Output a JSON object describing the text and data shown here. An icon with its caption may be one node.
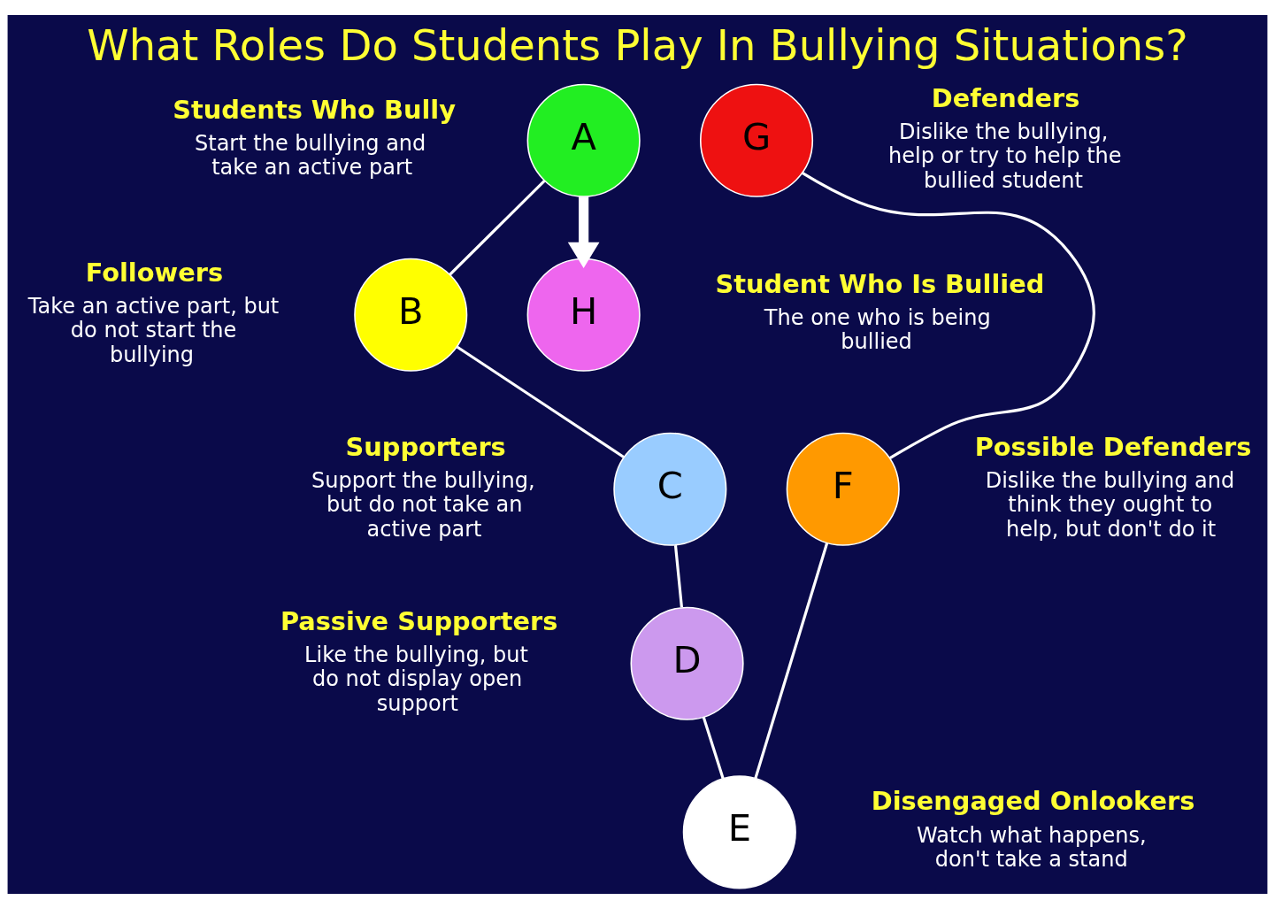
{
  "diagram": {
    "title": "What Roles Do Students Play In Bullying Situations?",
    "nodes": [
      {
        "text": [
          "A"
        ],
        "beside": [
          "Students Who Bully",
          "Start the bullying and take an active part"
        ]
      },
      {
        "text": [
          "B"
        ],
        "beside": [
          "Followers",
          "Take an active part, but do not start the bullying"
        ]
      },
      {
        "text": [
          "C"
        ],
        "beside": [
          "Supporters",
          "Support the bullying, but do not take an active part"
        ]
      },
      {
        "text": [
          "D"
        ],
        "beside": [
          "Passive Supporters",
          "Like the bullying, but do not display open support"
        ]
      },
      {
        "text": [
          "E"
        ],
        "beside": [
          "Disengaged Onlookers",
          "Watch what happens, don't take a stand"
        ]
      },
      {
        "text": [
          "F"
        ],
        "beside": [
          "Possible Defenders",
          "Dislike the bullying and think they ought to help, but don't do it"
        ]
      },
      {
        "text": [
          "G"
        ],
        "beside": [
          "Defenders",
          "Dislike the bullying, help or try to help the bullied student"
        ]
      },
      {
        "text": [
          "H"
        ],
        "beside": [
          "Student Who Is Bullied",
          "The one who is being bullied"
        ]
      }
    ],
    "edges": [
      {
        "from": 0,
        "to": 1,
        "arrow": "none"
      },
      {
        "from": 1,
        "to": 2,
        "arrow": "none"
      },
      {
        "from": 2,
        "to": 3,
        "arrow": "none"
      },
      {
        "from": 3,
        "to": 4,
        "arrow": "none"
      },
      {
        "from": 4,
        "to": 5,
        "arrow": "none"
      },
      {
        "from": 5,
        "to": 6,
        "arrow": "none"
      },
      {
        "from": 0,
        "to": 7,
        "arrow": "to",
        "style": "thick"
      }
    ]
  }
}
